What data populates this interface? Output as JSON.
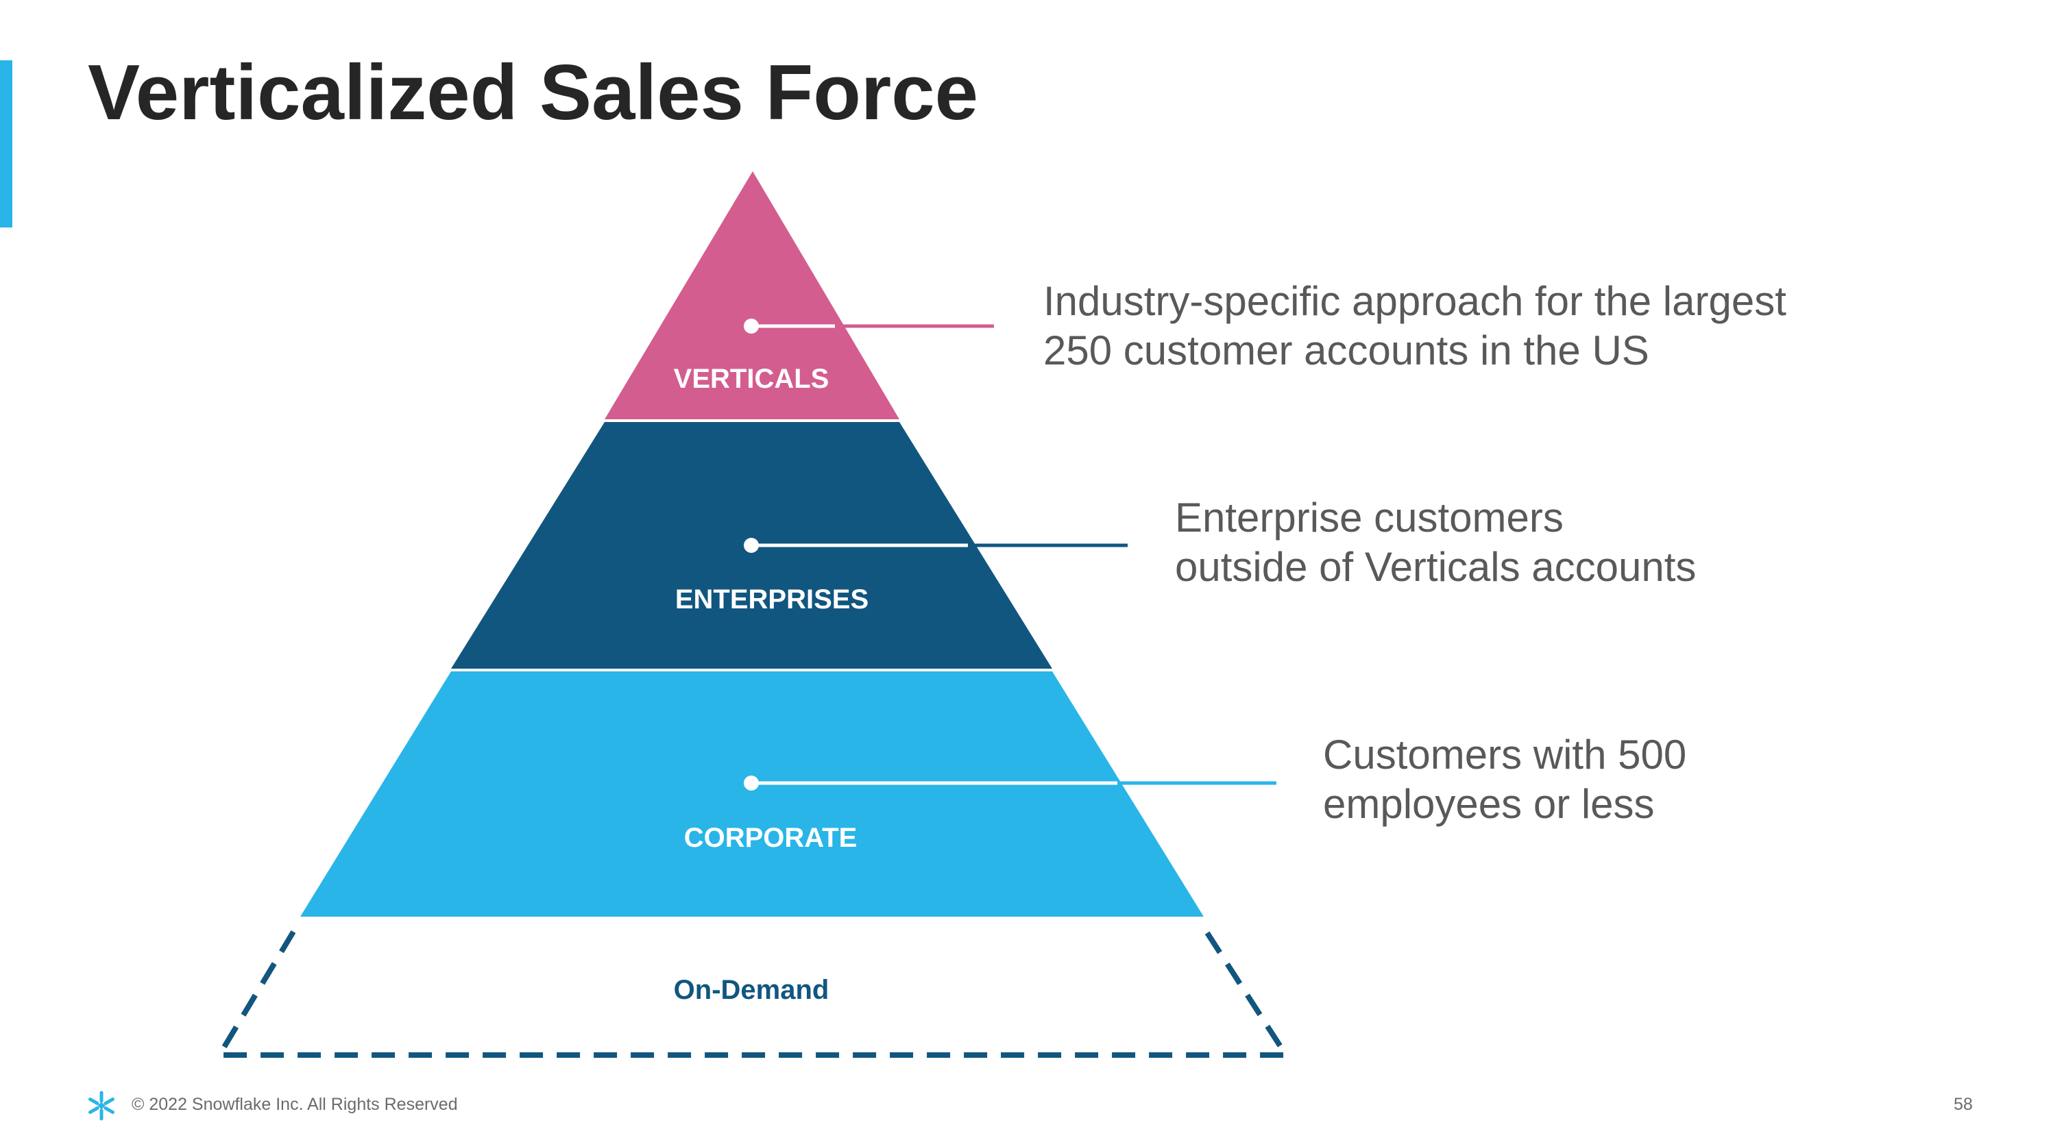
{
  "slide": {
    "title": "Verticalized Sales Force",
    "accent_color": "#29B5E8"
  },
  "pyramid": {
    "tiers": [
      {
        "label": "VERTICALS",
        "color": "#D45D90",
        "description": [
          "Industry-specific approach for the largest",
          "250 customer accounts in the US"
        ]
      },
      {
        "label": "ENTERPRISES",
        "color": "#11567F",
        "description": [
          "Enterprise customers",
          "outside of Verticals accounts"
        ]
      },
      {
        "label": "CORPORATE",
        "color": "#29B5E8",
        "description": [
          "Customers with 500",
          "employees or less"
        ]
      },
      {
        "label": "On-Demand",
        "color": "#11567F",
        "style": "dashed-outline"
      }
    ]
  },
  "footer": {
    "logo_icon": "snowflake-logo-icon",
    "copyright": "© 2022 Snowflake Inc. All Rights Reserved",
    "page_number": "58"
  }
}
